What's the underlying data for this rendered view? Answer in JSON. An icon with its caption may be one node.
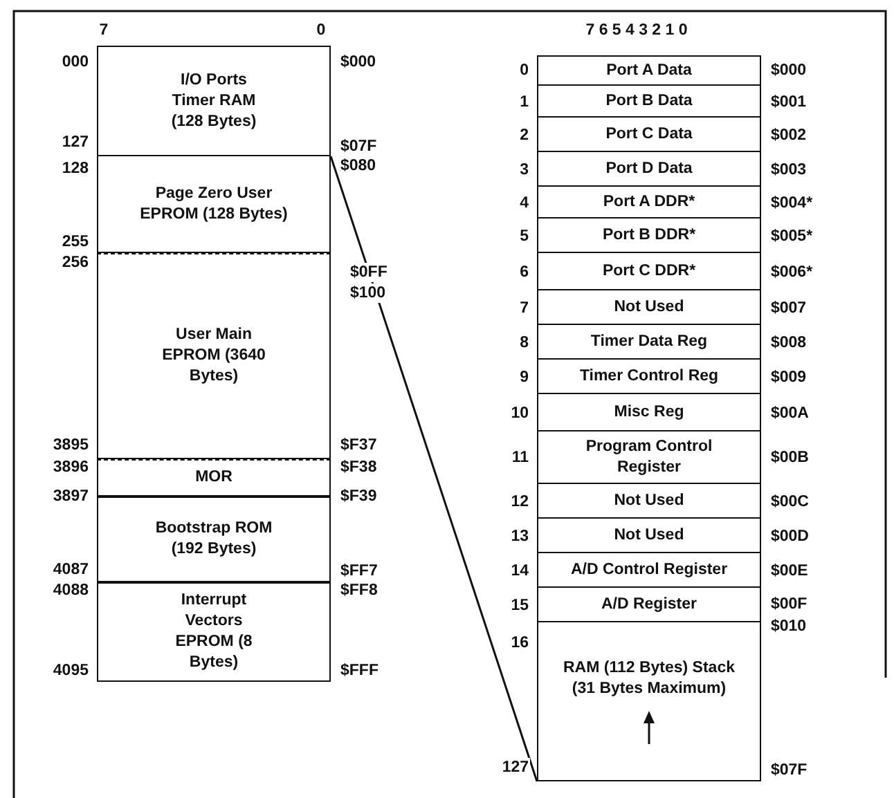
{
  "diagram": {
    "nodes": [
      {
        "text": [
          "I/O Ports Timer RAM (128 Bytes)"
        ],
        "beside": [
          "000",
          "127",
          "$000",
          "$07F"
        ]
      },
      {
        "text": [
          "Page Zero User EPROM (128 Bytes)"
        ],
        "beside": [
          "128",
          "255",
          "$080",
          "$0FF"
        ]
      },
      {
        "text": [
          "User Main EPROM (3640 Bytes)"
        ],
        "beside": [
          "256",
          "3895",
          "$100",
          "$F37"
        ]
      },
      {
        "text": [
          "MOR"
        ],
        "beside": [
          "3896",
          "$F38"
        ]
      },
      {
        "text": [
          "Bootstrap ROM (192 Bytes)"
        ],
        "beside": [
          "3897",
          "4087",
          "$F39",
          "$FF7"
        ]
      },
      {
        "text": [
          "Interrupt Vectors EPROM (8 Bytes)"
        ],
        "beside": [
          "4088",
          "4095",
          "$FF8",
          "$FFF"
        ]
      },
      {
        "text": [
          "Port A Data"
        ],
        "beside": [
          "0",
          "$000"
        ]
      },
      {
        "text": [
          "Port B Data"
        ],
        "beside": [
          "1",
          "$001"
        ]
      },
      {
        "text": [
          "Port C Data"
        ],
        "beside": [
          "2",
          "$002"
        ]
      },
      {
        "text": [
          "Port D Data"
        ],
        "beside": [
          "3",
          "$003"
        ]
      },
      {
        "text": [
          "Port A DDR*"
        ],
        "beside": [
          "4",
          "$004*"
        ]
      },
      {
        "text": [
          "Port B DDR*"
        ],
        "beside": [
          "5",
          "$005*"
        ]
      },
      {
        "text": [
          "Port C DDR*"
        ],
        "beside": [
          "6",
          "$006*"
        ]
      },
      {
        "text": [
          "Not Used"
        ],
        "beside": [
          "7",
          "$007"
        ]
      },
      {
        "text": [
          "Timer Data Reg"
        ],
        "beside": [
          "8",
          "$008"
        ]
      },
      {
        "text": [
          "Timer Control Reg"
        ],
        "beside": [
          "9",
          "$009"
        ]
      },
      {
        "text": [
          "Misc Reg"
        ],
        "beside": [
          "10",
          "$00A"
        ]
      },
      {
        "text": [
          "Program Control Register"
        ],
        "beside": [
          "11",
          "$00B"
        ]
      },
      {
        "text": [
          "Not Used"
        ],
        "beside": [
          "12",
          "$00C"
        ]
      },
      {
        "text": [
          "Not Used"
        ],
        "beside": [
          "13",
          "$00D"
        ]
      },
      {
        "text": [
          "A/D Control Register"
        ],
        "beside": [
          "14",
          "$00E"
        ]
      },
      {
        "text": [
          "A/D Register"
        ],
        "beside": [
          "15",
          "$00F"
        ]
      },
      {
        "text": [
          "RAM (112 Bytes) Stack (31 Bytes Maximum)"
        ],
        "beside": [
          "16",
          "127",
          "$010",
          "$07F"
        ]
      }
    ],
    "edges": [
      {
        "from": 0,
        "to": 22,
        "arrow": "none"
      }
    ],
    "labels": [
      "7",
      "0",
      "7 6 5 4 3 2 1 0"
    ]
  }
}
